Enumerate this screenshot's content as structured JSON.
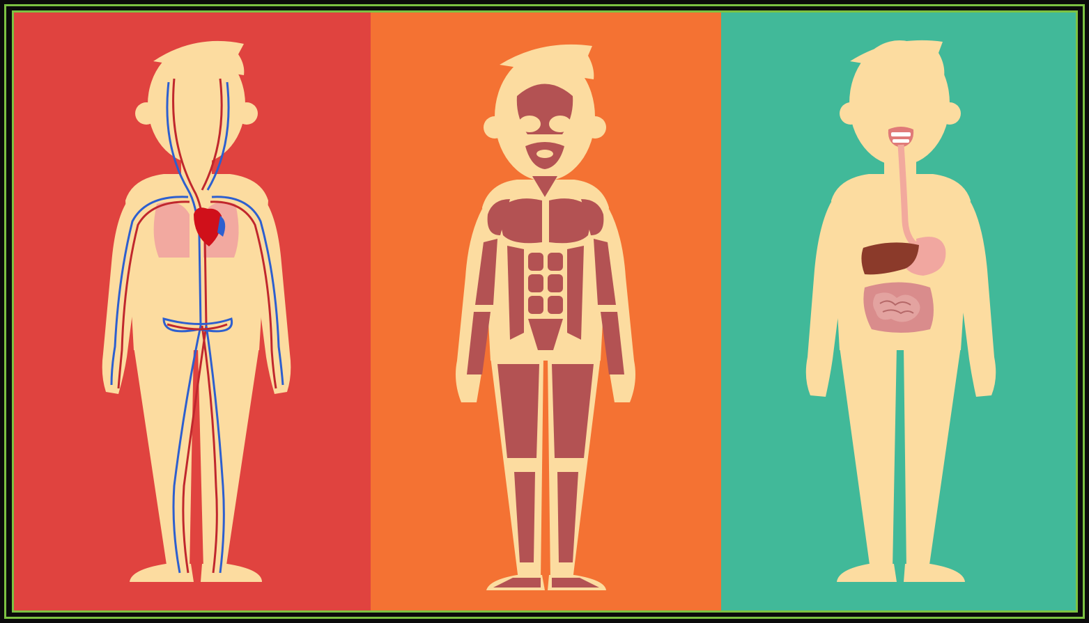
{
  "colors": {
    "frame": "#0b0b0b",
    "border": "#7cc242",
    "skin": "#fcdca0",
    "circulatory_bg": "#e0433f",
    "muscular_bg": "#f47233",
    "digestive_bg": "#41b999",
    "artery": "#c0272d",
    "vein": "#2d5fcf",
    "heart": "#d0101a",
    "lung": "#f0a0a0",
    "muscle": "#b35253",
    "liver": "#8b3a2a",
    "stomach": "#f1a7a0",
    "intestine": "#d98c8c",
    "esophagus": "#f2a99d"
  },
  "panels": [
    {
      "id": "circulatory",
      "icon": "circulatory-system-figure-icon"
    },
    {
      "id": "muscular",
      "icon": "muscular-system-figure-icon"
    },
    {
      "id": "digestive",
      "icon": "digestive-system-figure-icon"
    }
  ]
}
